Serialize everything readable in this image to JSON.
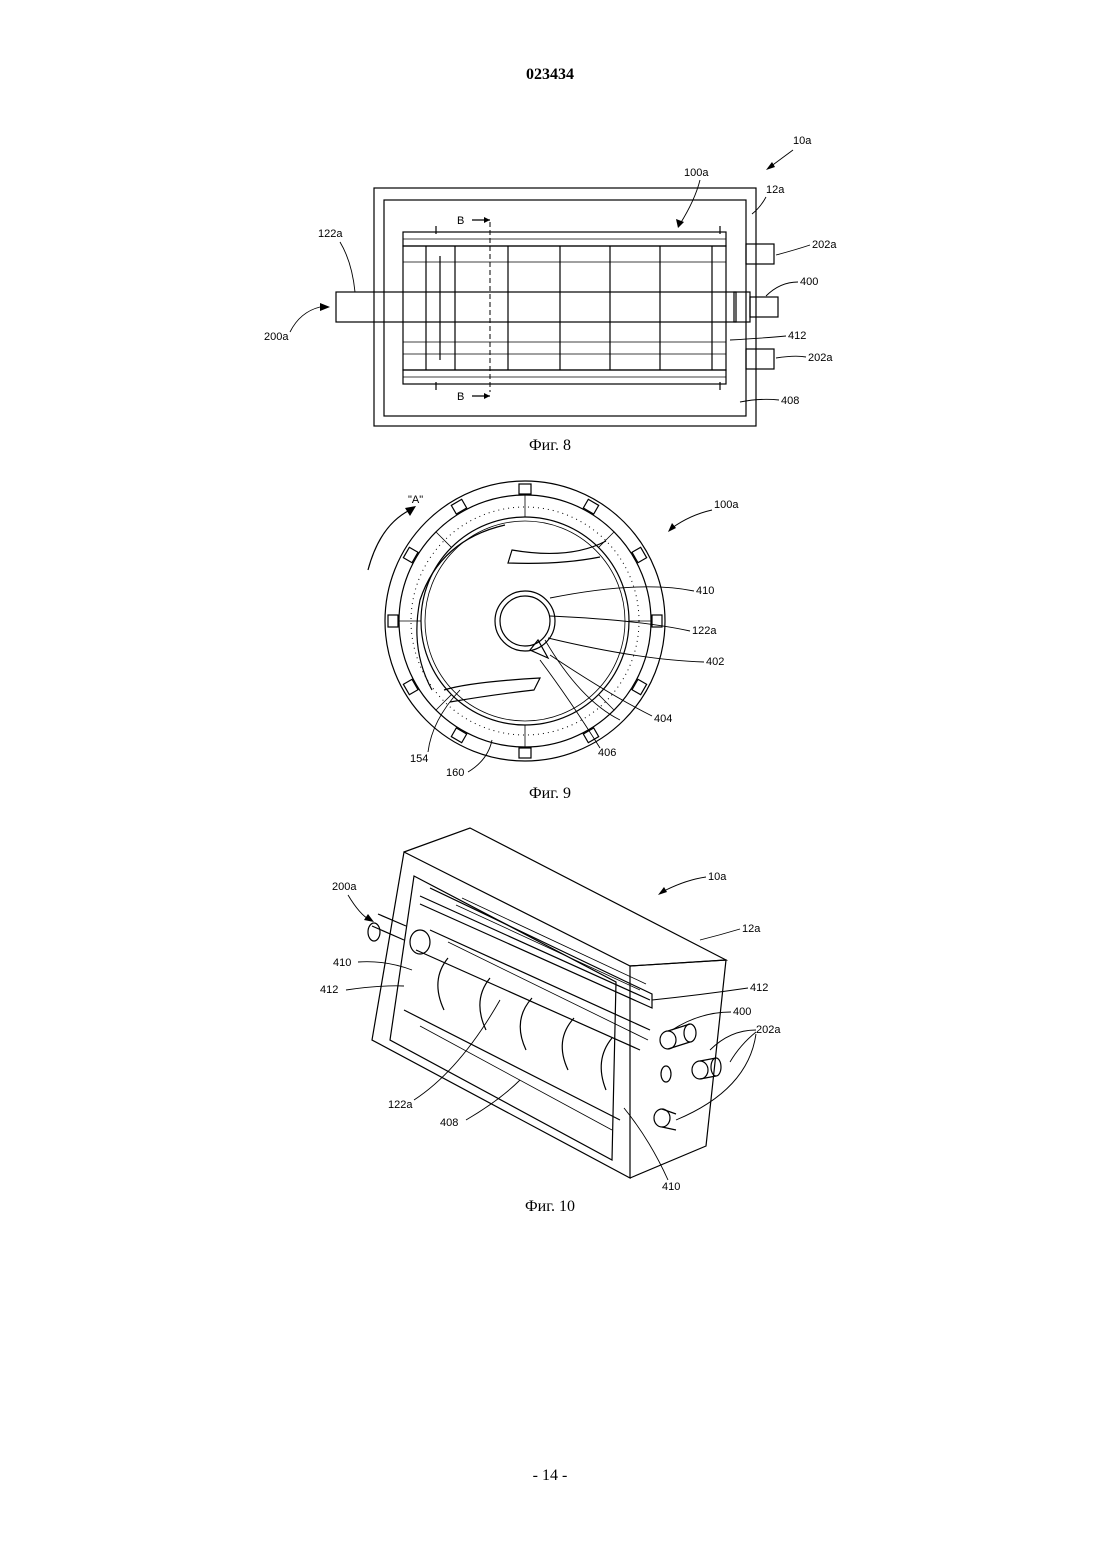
{
  "document_number": "023434",
  "page_number": "- 14 -",
  "figures": [
    {
      "caption": "Фиг. 8",
      "labels": {
        "assembly": "10a",
        "drum": "100a",
        "housing": "12a",
        "shaft": "122a",
        "inlet": "200a",
        "outlet_top": "202a",
        "outlet_bottom": "202a",
        "hub": "400",
        "plate": "412",
        "frame": "408",
        "section_top": "B",
        "section_bottom": "B"
      }
    },
    {
      "caption": "Фиг. 9",
      "labels": {
        "rotation": "\"A\"",
        "drum": "100a",
        "ring": "410",
        "shaft": "122a",
        "inner_blade": "402",
        "blade_edge": "404",
        "blade_root": "406",
        "vane": "154",
        "channel": "160"
      }
    },
    {
      "caption": "Фиг. 10",
      "labels": {
        "assembly": "10a",
        "housing": "12a",
        "inlet": "200a",
        "ring_left": "410",
        "plate_left": "412",
        "plate_right": "412",
        "hub": "400",
        "outlets": "202a",
        "shaft": "122a",
        "frame": "408",
        "ring_right": "410"
      }
    }
  ]
}
